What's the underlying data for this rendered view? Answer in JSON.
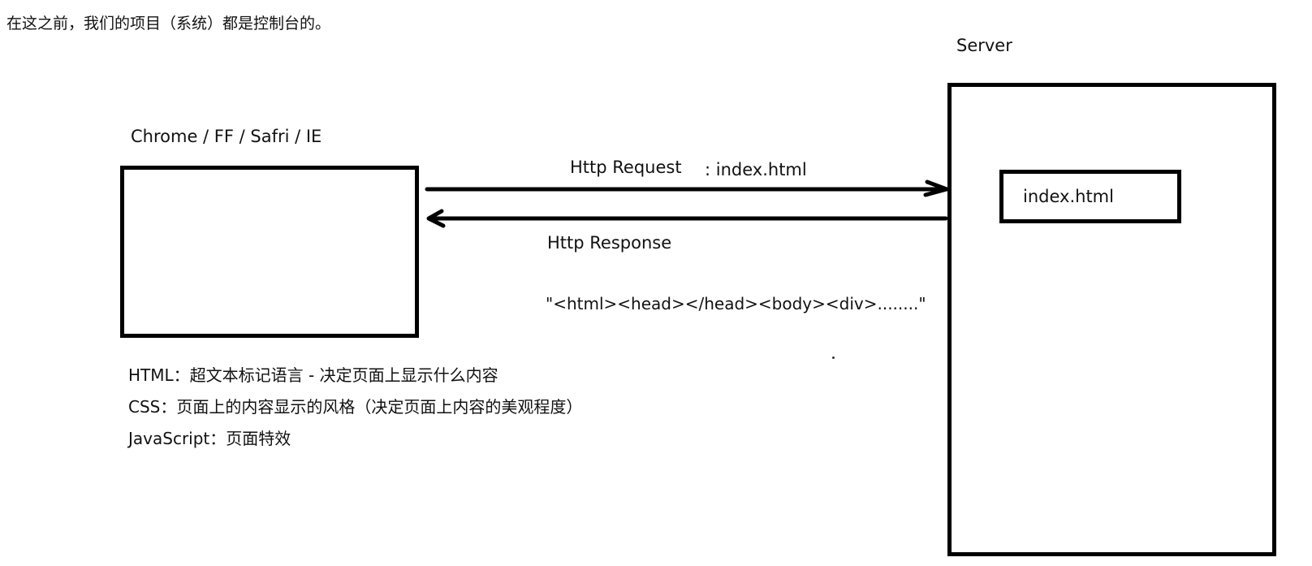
{
  "intro_text": "在这之前，我们的项目（系统）都是控制台的。",
  "browser": {
    "label": "Chrome / FF / Safri / IE"
  },
  "server": {
    "label": "Server",
    "file": "index.html"
  },
  "request": {
    "label": "Http Request",
    "file": ": index.html"
  },
  "response": {
    "label": "Http Response",
    "body": "\"<html><head></head><body><div>........\""
  },
  "notes": {
    "html": "HTML：超文本标记语言 - 决定页面上显示什么内容",
    "css": "CSS：页面上的内容显示的风格（决定页面上内容的美观程度）",
    "js": "JavaScript：页面特效"
  }
}
